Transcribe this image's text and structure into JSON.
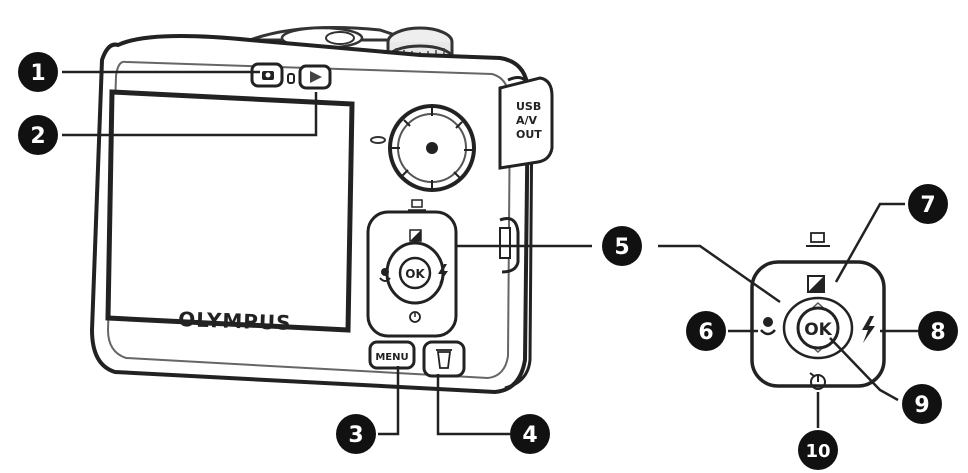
{
  "camera": {
    "brand": "OLYMPUS",
    "menu_label": "MENU",
    "ok_label": "OK",
    "port_lines": [
      "USB",
      "A/V",
      "OUT"
    ]
  },
  "callouts": [
    {
      "number": "1"
    },
    {
      "number": "2"
    },
    {
      "number": "3"
    },
    {
      "number": "4"
    },
    {
      "number": "5"
    },
    {
      "number": "6"
    },
    {
      "number": "7"
    },
    {
      "number": "8"
    },
    {
      "number": "9"
    },
    {
      "number": "10"
    }
  ],
  "keypad": {
    "ok_label": "OK",
    "icons": {
      "top": "print-icon",
      "up": "exposure-icon",
      "left": "macro-icon",
      "right": "flash-icon",
      "down": "self-timer-icon"
    }
  }
}
